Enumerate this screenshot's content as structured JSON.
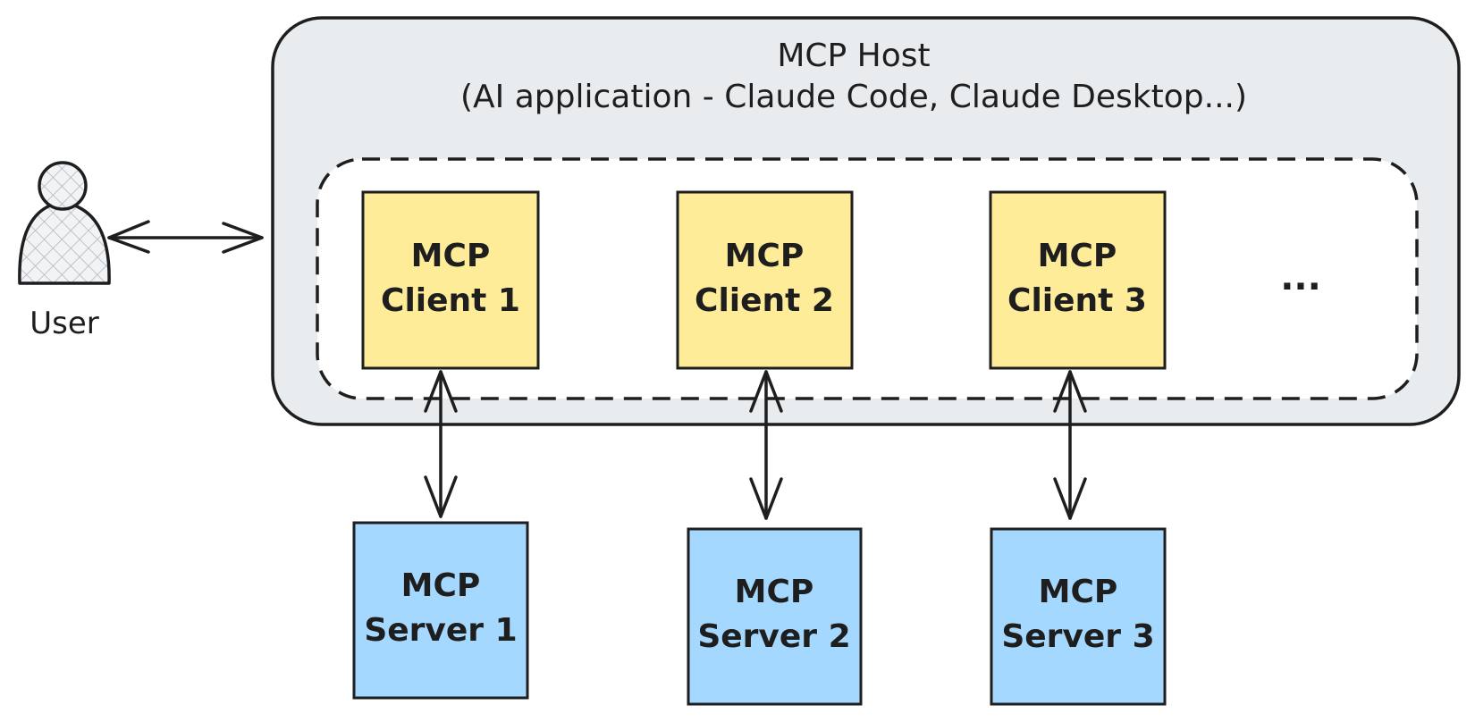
{
  "host": {
    "title": "MCP Host",
    "subtitle": "(AI application - Claude Code, Claude Desktop...)"
  },
  "user": {
    "label": "User",
    "icon": "user-icon"
  },
  "clients": [
    {
      "line1": "MCP",
      "line2": "Client 1"
    },
    {
      "line1": "MCP",
      "line2": "Client 2"
    },
    {
      "line1": "MCP",
      "line2": "Client 3"
    }
  ],
  "more_clients": "...",
  "servers": [
    {
      "line1": "MCP",
      "line2": "Server 1"
    },
    {
      "line1": "MCP",
      "line2": "Server 2"
    },
    {
      "line1": "MCP",
      "line2": "Server 3"
    }
  ],
  "colors": {
    "host_fill": "#e9ecef",
    "client_fill": "#ffec99",
    "server_fill": "#a5d8ff",
    "stroke": "#1e1e1e"
  }
}
